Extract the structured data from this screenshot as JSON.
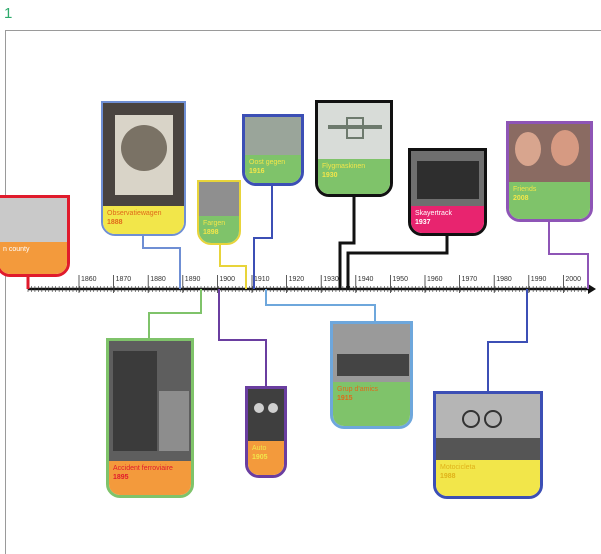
{
  "figure_number": "1",
  "axis": {
    "tick_labels": [
      "1860",
      "1870",
      "1880",
      "1890",
      "1900",
      "1910",
      "1920",
      "1930",
      "1940",
      "1950",
      "1960",
      "1970",
      "1980",
      "1990",
      "2000"
    ]
  },
  "cards": [
    {
      "id": "county",
      "title": "n county",
      "year": "",
      "border": "#e01b2c",
      "band": "#f39a3c",
      "text_color": "#ffffff"
    },
    {
      "id": "observation",
      "title": "Observatiewagen",
      "year": "1888",
      "border": "#6f8fd4",
      "band": "#f2e64a",
      "text_color": "#e06a1a"
    },
    {
      "id": "fargen",
      "title": "Fargen",
      "year": "1898",
      "border": "#e8d43a",
      "band": "#7fc36a",
      "text_color": "#f2e64a"
    },
    {
      "id": "oost",
      "title": "Oost gegen",
      "year": "1916",
      "border": "#3c4fb5",
      "band": "#7fc36a",
      "text_color": "#f2e64a"
    },
    {
      "id": "plane",
      "title": "Flygmaskinen",
      "year": "1930",
      "border": "#111111",
      "band": "#7fc36a",
      "text_color": "#f2e64a"
    },
    {
      "id": "tram",
      "title": "Skayertrack",
      "year": "1937",
      "border": "#111111",
      "band": "#e8246f",
      "text_color": "#ffffff"
    },
    {
      "id": "selfie",
      "title": "Friends",
      "year": "2008",
      "border": "#8e55b6",
      "band": "#7fc36a",
      "text_color": "#f2e64a"
    },
    {
      "id": "accident",
      "title": "Accident ferroviaire",
      "year": "1895",
      "border": "#7fc36a",
      "band": "#f39a3c",
      "text_color": "#e01b2c"
    },
    {
      "id": "car",
      "title": "Auto",
      "year": "1905",
      "border": "#6a3ea0",
      "band": "#f39a3c",
      "text_color": "#f2e64a"
    },
    {
      "id": "group",
      "title": "Grup d'amics",
      "year": "1915",
      "border": "#6ea7dc",
      "band": "#7fc36a",
      "text_color": "#e06a1a"
    },
    {
      "id": "moto",
      "title": "Motocicleta",
      "year": "1988",
      "border": "#3c4fb5",
      "band": "#f2e64a",
      "text_color": "#e0b21a"
    }
  ]
}
